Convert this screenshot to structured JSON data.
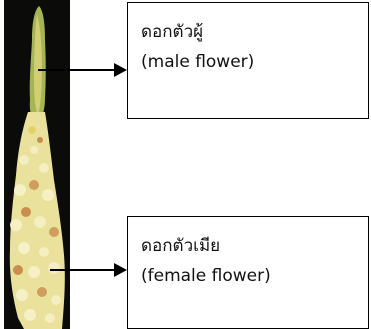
{
  "labels": {
    "male": {
      "thai": "ดอกตัวผู้",
      "english": "(male flower)"
    },
    "female": {
      "thai": "ดอกตัวเมีย",
      "english": "(female flower)"
    }
  },
  "colors": {
    "photo_background": "#0b0b09",
    "flower_cream": "#f2ebb4",
    "flower_yellow": "#e3d26a",
    "flower_orange": "#c88a4a",
    "stem_green": "#9fae4e",
    "arrow": "#000000"
  }
}
